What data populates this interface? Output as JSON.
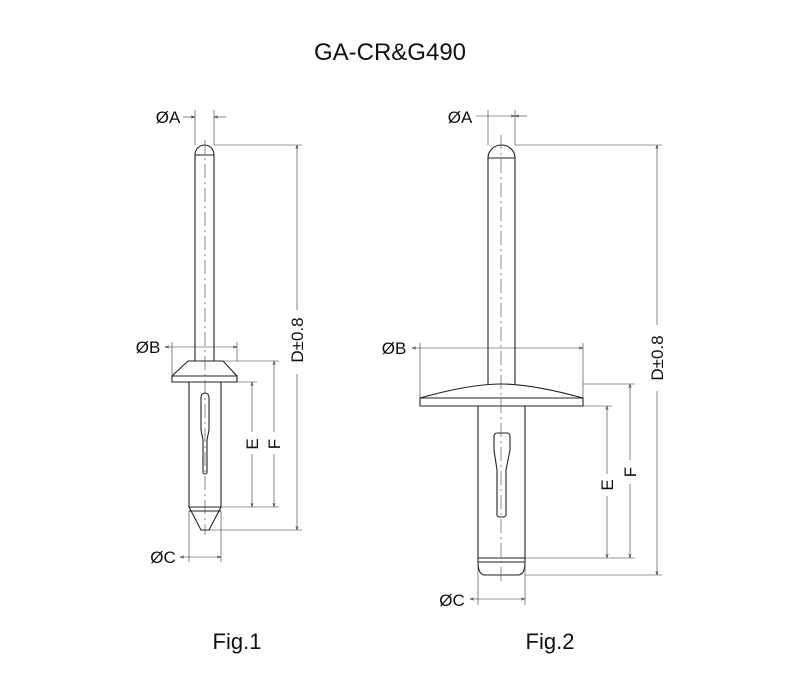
{
  "title": "GA-CR&G490",
  "figures": [
    {
      "caption": "Fig.1",
      "labels": {
        "a": "ØA",
        "b": "ØB",
        "c": "ØC",
        "d": "D±0.8",
        "e": "E",
        "f": "F"
      }
    },
    {
      "caption": "Fig.2",
      "labels": {
        "a": "ØA",
        "b": "ØB",
        "c": "ØC",
        "d": "D±0.8",
        "e": "E",
        "f": "F"
      }
    }
  ]
}
